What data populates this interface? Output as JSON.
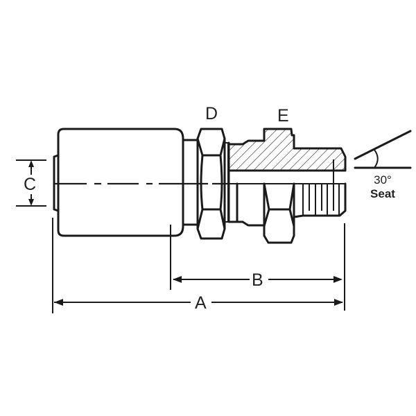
{
  "diagram": {
    "type": "hydraulic hose fitting dimension drawing",
    "labels": {
      "a": "A",
      "b": "B",
      "c": "C",
      "d": "D",
      "e": "E"
    },
    "seat": {
      "angle": "30°",
      "word": "Seat"
    },
    "colors": {
      "line": "#1a1a1a",
      "background": "#ffffff"
    }
  }
}
